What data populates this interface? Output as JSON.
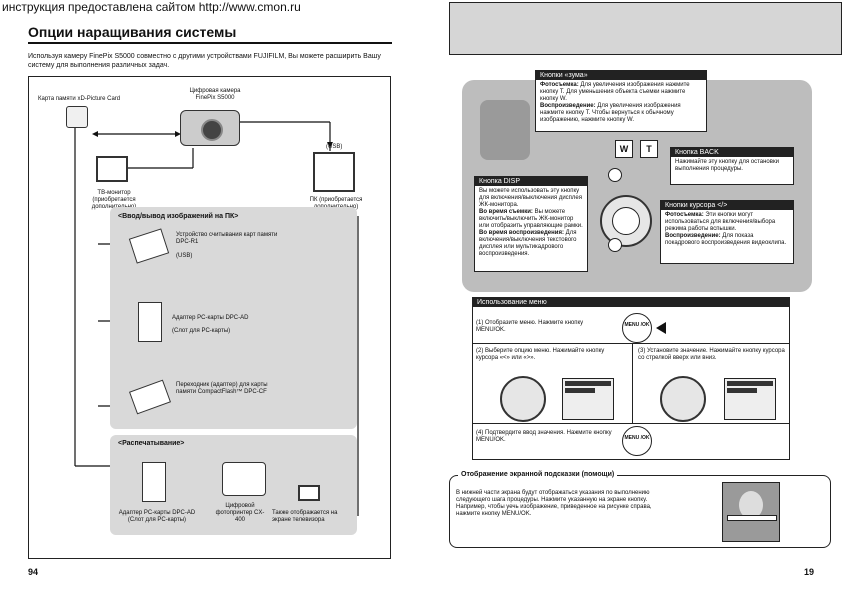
{
  "watermark": "инструкция предоставлена сайтом http://www.cmon.ru",
  "left_page": {
    "title": "Опции наращивания системы",
    "intro": "Используя камеру FinePix S5000 совместно с другими устройствами FUJIFILM, Вы можете расширить Вашу систему для выполнения различных задач.",
    "xd_card_label": "Карта памяти xD-Picture Card",
    "camera_label": "Цифровая камера FinePix S5000",
    "tv_label": "ТВ-монитор (приобретается дополнительно)",
    "usb_top": "(USB)",
    "pc_label": "ПК (приобретается дополнительно)",
    "section_pc": "<Ввод/вывод изображений на ПК>",
    "reader_label": "Устройство считывания карт памяти DPC-R1",
    "reader_usb": "(USB)",
    "pc_adapter_label": "Адаптер PC-карты DPC-AD",
    "pc_adapter_slot": "(Слот для PC-карты)",
    "cf_adapter_label": "Переходник (адаптер) для карты памяти CompactFlash™ DPC-CF",
    "section_print": "<Распечатывание>",
    "print_adapter_label": "Адаптер PC-карты DPC-AD (Слот для PC-карты)",
    "printer_label": "Цифровой фотопринтер CX-400",
    "printer_tv_label": "Также отображается на экране телевизора",
    "page_number": "94"
  },
  "right_page": {
    "zoom": {
      "header": "Кнопки «зума»",
      "shoot_label": "Фотосъемка:",
      "shoot_text": "Для увеличения изображения нажмите кнопку T. Для уменьшения объекта съемки нажмите кнопку W.",
      "play_label": "Воспроизведение:",
      "play_text": "Для увеличения изображения нажмите кнопку T. Чтобы вернуться к обычному изображению, нажмите кнопку W."
    },
    "back": {
      "header": "Кнопка BACK",
      "text": "Нажимайте эту кнопку для остановки выполнения процедуры."
    },
    "disp": {
      "header": "Кнопка DISP",
      "intro": "Вы можете использовать эту кнопку для включения/выключения дисплея ЖК-монитора.",
      "shoot_label": "Во время съемки:",
      "shoot_text": "Вы можете включить/выключить ЖК-монитор или отобразить управляющие рамки.",
      "play_label": "Во время воспроизведения:",
      "play_text": "Для включения/выключения текстового дисплея или мультикадрового воспроизведения."
    },
    "cursor": {
      "header": "Кнопки курсора </>",
      "shoot_label": "Фотосъемка:",
      "shoot_text": "Эти кнопки могут использоваться для включения/выбора режима работы вспышки.",
      "play_label": "Воспроизведение:",
      "play_text": "Для показа покадрового воспроизведения видеоклипа."
    },
    "menu": {
      "header": "Использование меню",
      "step1": "(1) Отобразите меню. Нажмите кнопку MENU/OK.",
      "step2": "(2) Выберите опцию меню. Нажимайте кнопку курсора «<» или «>».",
      "step3": "(3) Установите значение. Нажимайте кнопку курсора со стрелкой вверх или вниз.",
      "step4": "(4) Подтвердите ввод значения. Нажмите кнопку MENU/OK.",
      "btn_label": "MENU /OK"
    },
    "help": {
      "title": "Отображение экранной подсказки (помощи)",
      "text": "В нижней части экрана будут отображаться указания по выполнению следующего шага процедуры. Нажмите указанную на экране кнопку. Например, чтобы уечь изображение, приведенное на рисунке справа, нажмите кнопку MENU/OK."
    },
    "camera_buttons": {
      "w": "W",
      "t": "T"
    },
    "page_number": "19"
  }
}
